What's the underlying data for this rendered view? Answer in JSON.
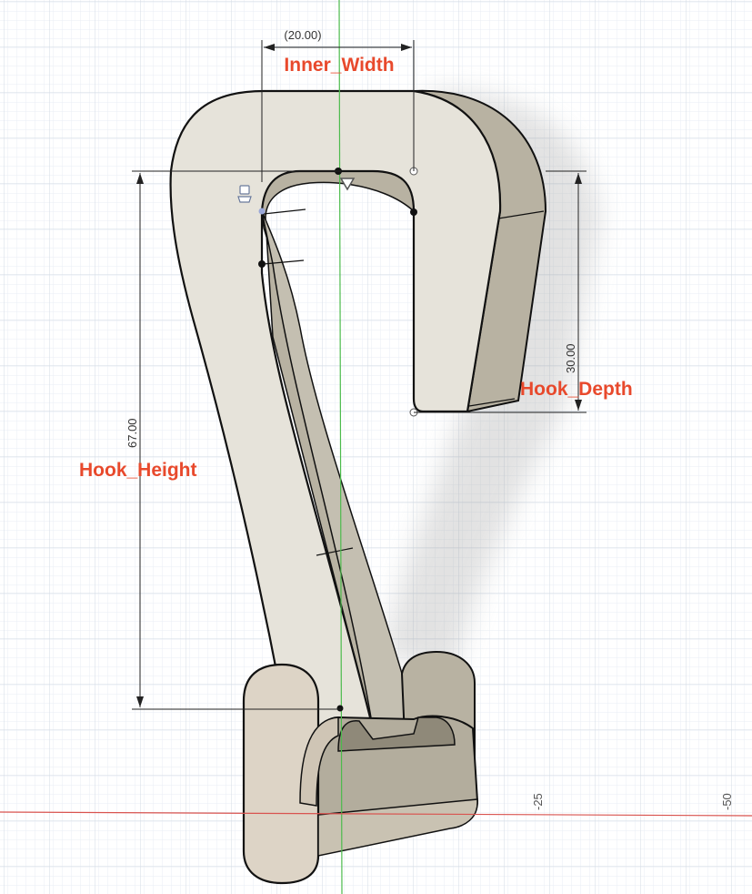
{
  "viewport": {
    "background": "#ffffff",
    "grid_minor_color": "#e9eef4",
    "grid_major_color": "#d3dbe5"
  },
  "model": {
    "face_color": "#e6e3da",
    "side_color": "#b8b2a2",
    "foot_color": "#ddd4c6",
    "edge_color": "#111111"
  },
  "dimensions": {
    "inner_width": {
      "value": "(20.00)",
      "parameter": "Inner_Width"
    },
    "hook_depth": {
      "value": "30.00",
      "parameter": "Hook_Depth"
    },
    "hook_height": {
      "value": "67.00",
      "parameter": "Hook_Height"
    },
    "line_color": "#222222",
    "label_color": "#e8492c"
  },
  "axes": {
    "x_axis_color": "#d9534f",
    "y_axis_color": "#4cbb4c",
    "ticks": [
      "-25",
      "-50"
    ]
  },
  "icons": {
    "sketch_icon": "sketch-profile-icon",
    "constraint_icon": "triangle-constraint-icon"
  }
}
